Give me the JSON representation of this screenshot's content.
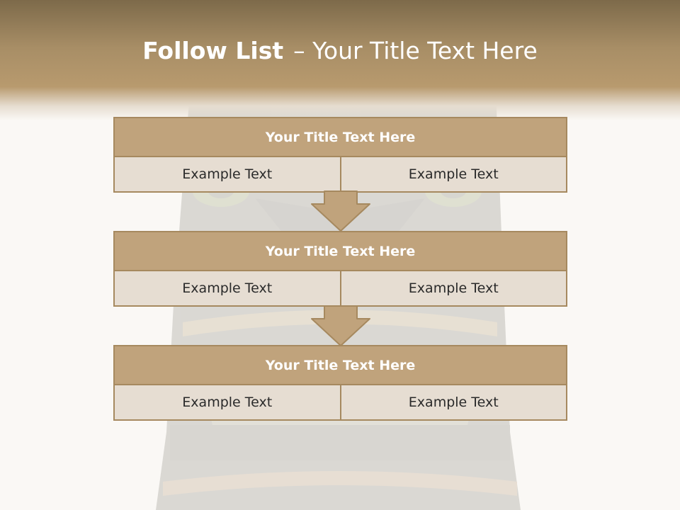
{
  "slide": {
    "title_bold": "Follow List",
    "title_rest": "– Your Title Text Here"
  },
  "steps": [
    {
      "title": "Your Title Text Here",
      "left": "Example Text",
      "right": "Example Text"
    },
    {
      "title": "Your Title Text Here",
      "left": "Example Text",
      "right": "Example Text"
    },
    {
      "title": "Your Title Text Here",
      "left": "Example Text",
      "right": "Example Text"
    }
  ],
  "colors": {
    "header": "#a88e66",
    "box_title": "#c0a37c",
    "box_cell": "#e6ddd2",
    "border": "#a6895f"
  },
  "decor": {
    "background_image": "tiki-statue"
  }
}
